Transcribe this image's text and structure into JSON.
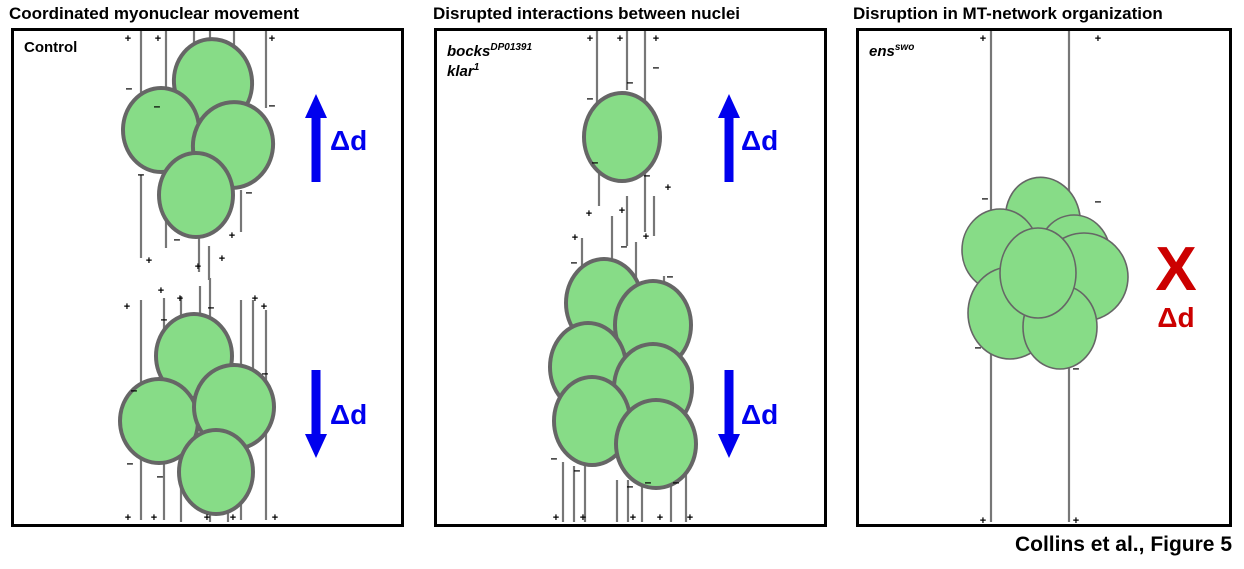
{
  "panels": [
    {
      "title": "Coordinated myonuclear movement",
      "genotype": [
        "Control"
      ],
      "arrows": [
        {
          "direction": "up",
          "label": "Δd"
        },
        {
          "direction": "down",
          "label": "Δd"
        }
      ]
    },
    {
      "title": "Disrupted interactions between nuclei",
      "genotype_lines": [
        {
          "main": "bocks",
          "sup": "DP01391"
        },
        {
          "main": "klar",
          "sup": "1"
        }
      ],
      "arrows": [
        {
          "direction": "up",
          "label": "Δd"
        },
        {
          "direction": "down",
          "label": "Δd"
        }
      ]
    },
    {
      "title": "Disruption in MT-network organization",
      "genotype_lines": [
        {
          "main": "ens",
          "sup": "swo"
        }
      ],
      "blocked": {
        "mark": "X",
        "label": "Δd"
      }
    }
  ],
  "caption": "Collins et al., Figure 5",
  "colors": {
    "nucleus_fill": "#87dc87",
    "nucleus_stroke": "#666666",
    "microtubule": "#777777",
    "arrow_blue": "#0000ee",
    "blocked_red": "#cc0000"
  },
  "plus_label": "+",
  "minus_label": "–"
}
